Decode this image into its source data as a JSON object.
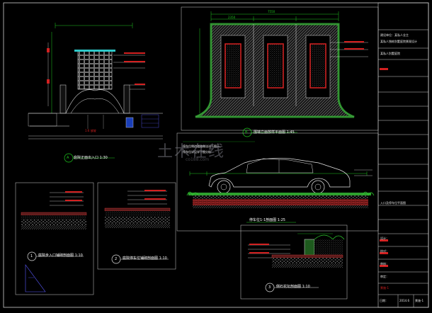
{
  "drawings": {
    "gate": {
      "number": "A",
      "title": "庭院正面出入口 1:30"
    },
    "wall_plan": {
      "number": "B",
      "title": "围墙立面放样平面图 1:45"
    },
    "driveway": {
      "title": "停车位1-1剖面图 1:25"
    },
    "detail_1": {
      "number": "1",
      "title": "庭院步入口铺砌剖面图 1:10"
    },
    "detail_2": {
      "number": "2",
      "title": "庭院停车位铺砌剖面图 1:10"
    },
    "detail_3": {
      "number": "3",
      "title": "侧石花坛剖面图 1:10"
    }
  },
  "annotations": {
    "note_line1": "停车位侧边道路做法详下图示，",
    "note_line2": "停车位详见详下图分析",
    "marker": "1:6 放坡",
    "dim_plan_top": "7550",
    "dim_plan_inner": "2350"
  },
  "title_block": {
    "company_line1": "建设单位：某私人业主",
    "company_line2": "某私人独栋别墅庭院景观设计",
    "project": "某私人别墅庭院",
    "drawing_name": "入口及停车位平面图",
    "designer": "设计：",
    "checker": "校对：",
    "reviewer": "审核：",
    "approver": "审定：",
    "date_label": "日期：",
    "date_value": "2014.6",
    "sheet_label": "图号：",
    "sheet_no": "景施-1"
  },
  "watermark": {
    "text": "土木在线",
    "subtext": "co188.com"
  }
}
